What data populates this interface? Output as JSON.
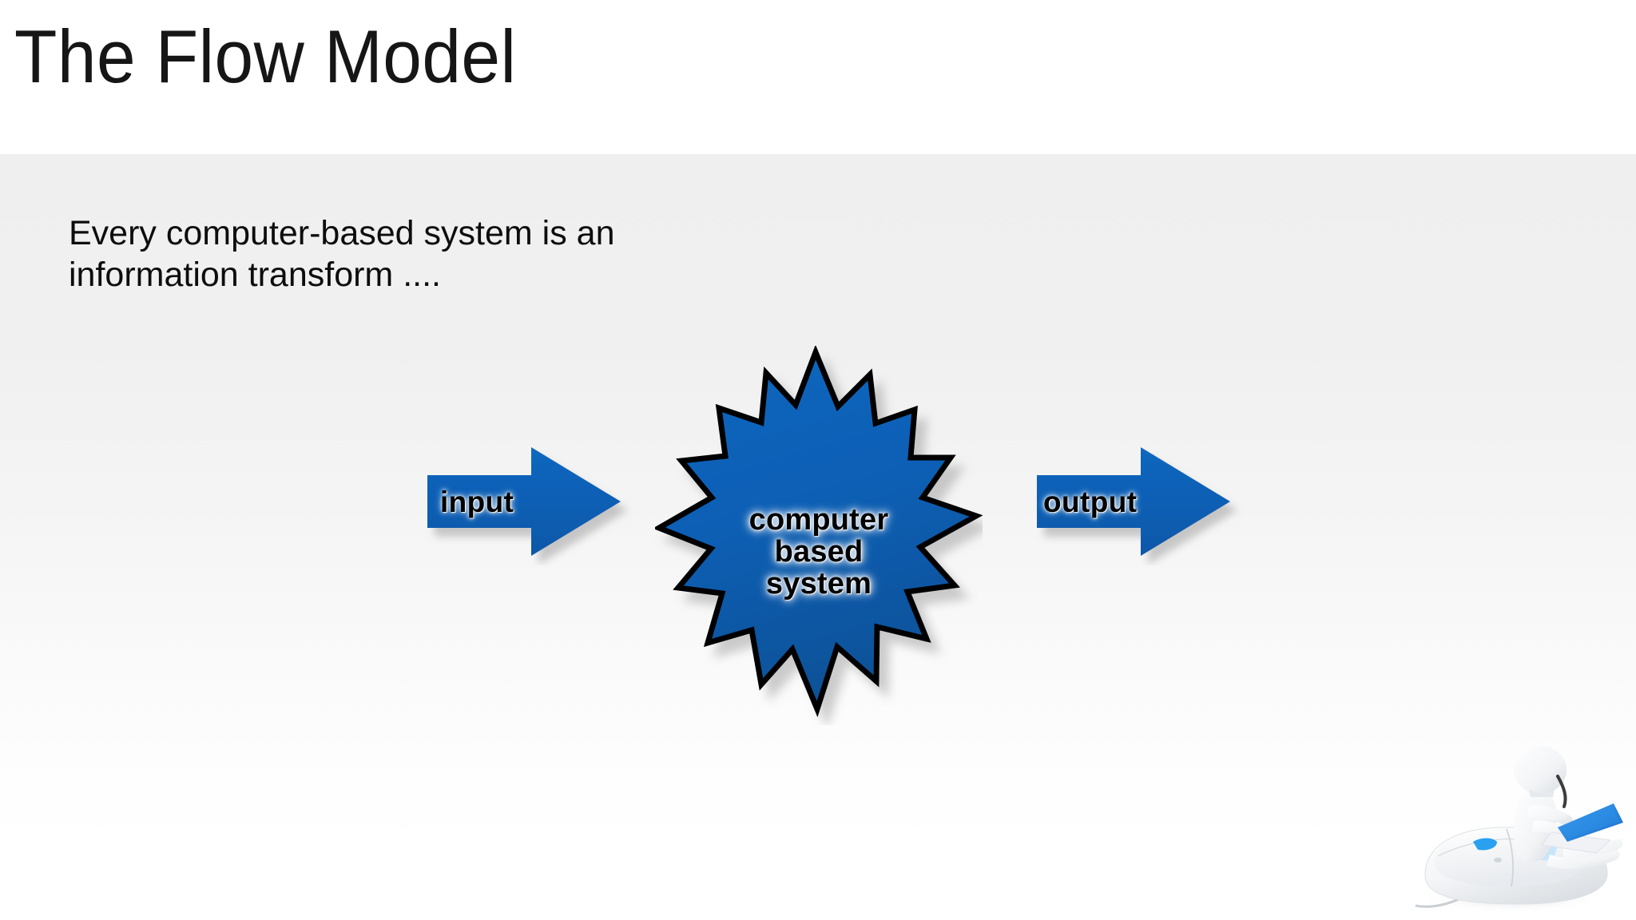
{
  "slide": {
    "title": "The Flow Model",
    "background_top": "#ffffff",
    "background_body_top": "#efefef",
    "background_body_bottom": "#ffffff"
  },
  "body": {
    "line1": "Every computer-based system is an",
    "line2": "information transform ...."
  },
  "diagram": {
    "accent_color": "#0C5FB5",
    "outline_color": "#000000",
    "input_arrow": {
      "label": "input",
      "direction": "right"
    },
    "output_arrow": {
      "label": "output",
      "direction": "right"
    },
    "star": {
      "line1": "computer",
      "line2": "based",
      "line3": "system",
      "points": 16
    }
  },
  "decoration": {
    "illustration": "person-on-mouse-with-laptop-illustration",
    "laptop_color": "#2196F3"
  }
}
